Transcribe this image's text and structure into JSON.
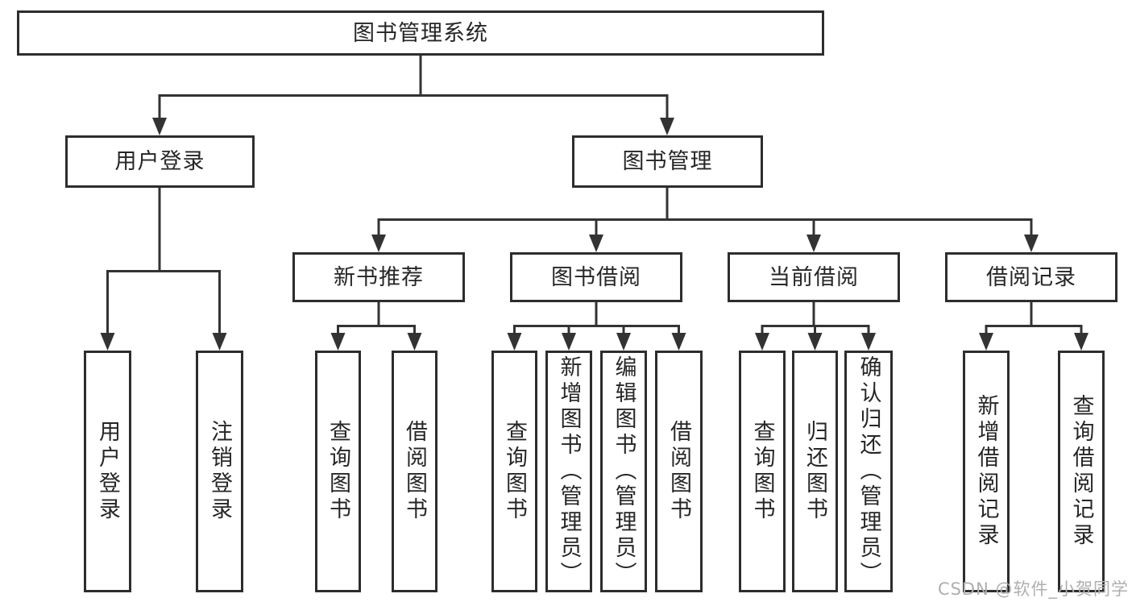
{
  "diagram": {
    "root": "图书管理系统",
    "level2": {
      "user_login": "用户登录",
      "book_mgmt": "图书管理"
    },
    "level3": {
      "new_books": "新书推荐",
      "book_borrow": "图书借阅",
      "current_borrow": "当前借阅",
      "borrow_records": "借阅记录"
    },
    "leaves": {
      "user_login": [
        "用户登录",
        "注销登录"
      ],
      "new_books": [
        "查询图书",
        "借阅图书"
      ],
      "book_borrow": [
        "查询图书",
        "新增图书（管理员）",
        "编辑图书（管理员）",
        "借阅图书"
      ],
      "current_borrow": [
        "查询图书",
        "归还图书",
        "确认归还（管理员）"
      ],
      "borrow_records": [
        "新增借阅记录",
        "查询借阅记录"
      ]
    }
  },
  "watermark": "CSDN @软件_小贺同学",
  "colors": {
    "line": "#333333",
    "box_border": "#2d2d2d",
    "text": "#262626",
    "watermark": "#afafaf",
    "background": "#ffffff"
  }
}
